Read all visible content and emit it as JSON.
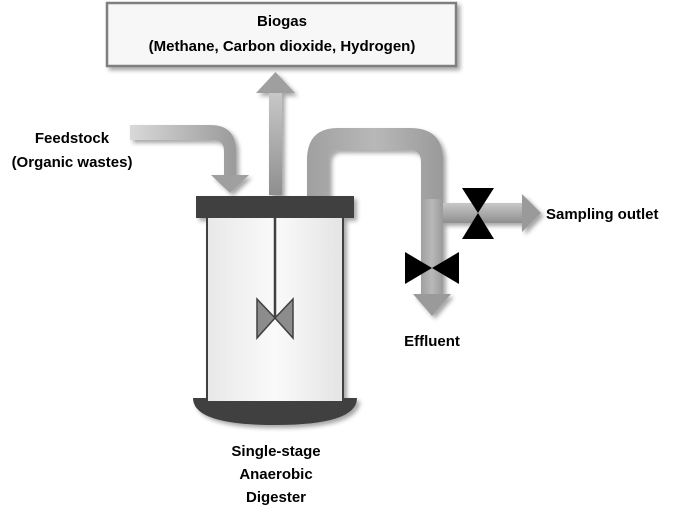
{
  "biogas": {
    "line1": "Biogas",
    "line2": "(Methane, Carbon dioxide, Hydrogen)"
  },
  "feedstock": {
    "line1": "Feedstock",
    "line2": "(Organic wastes)"
  },
  "sampling_outlet": "Sampling outlet",
  "effluent": "Effluent",
  "digester": {
    "line1": "Single-stage",
    "line2": "Anaerobic",
    "line3": "Digester"
  },
  "colors": {
    "pipe": "#a6a6a6",
    "pipe_dark": "#8c8c8c",
    "lid": "#404040",
    "vessel": "#f2f2f2",
    "valve": "#000000",
    "impeller": "#7f7f7f",
    "box_border": "#7f7f7f"
  }
}
